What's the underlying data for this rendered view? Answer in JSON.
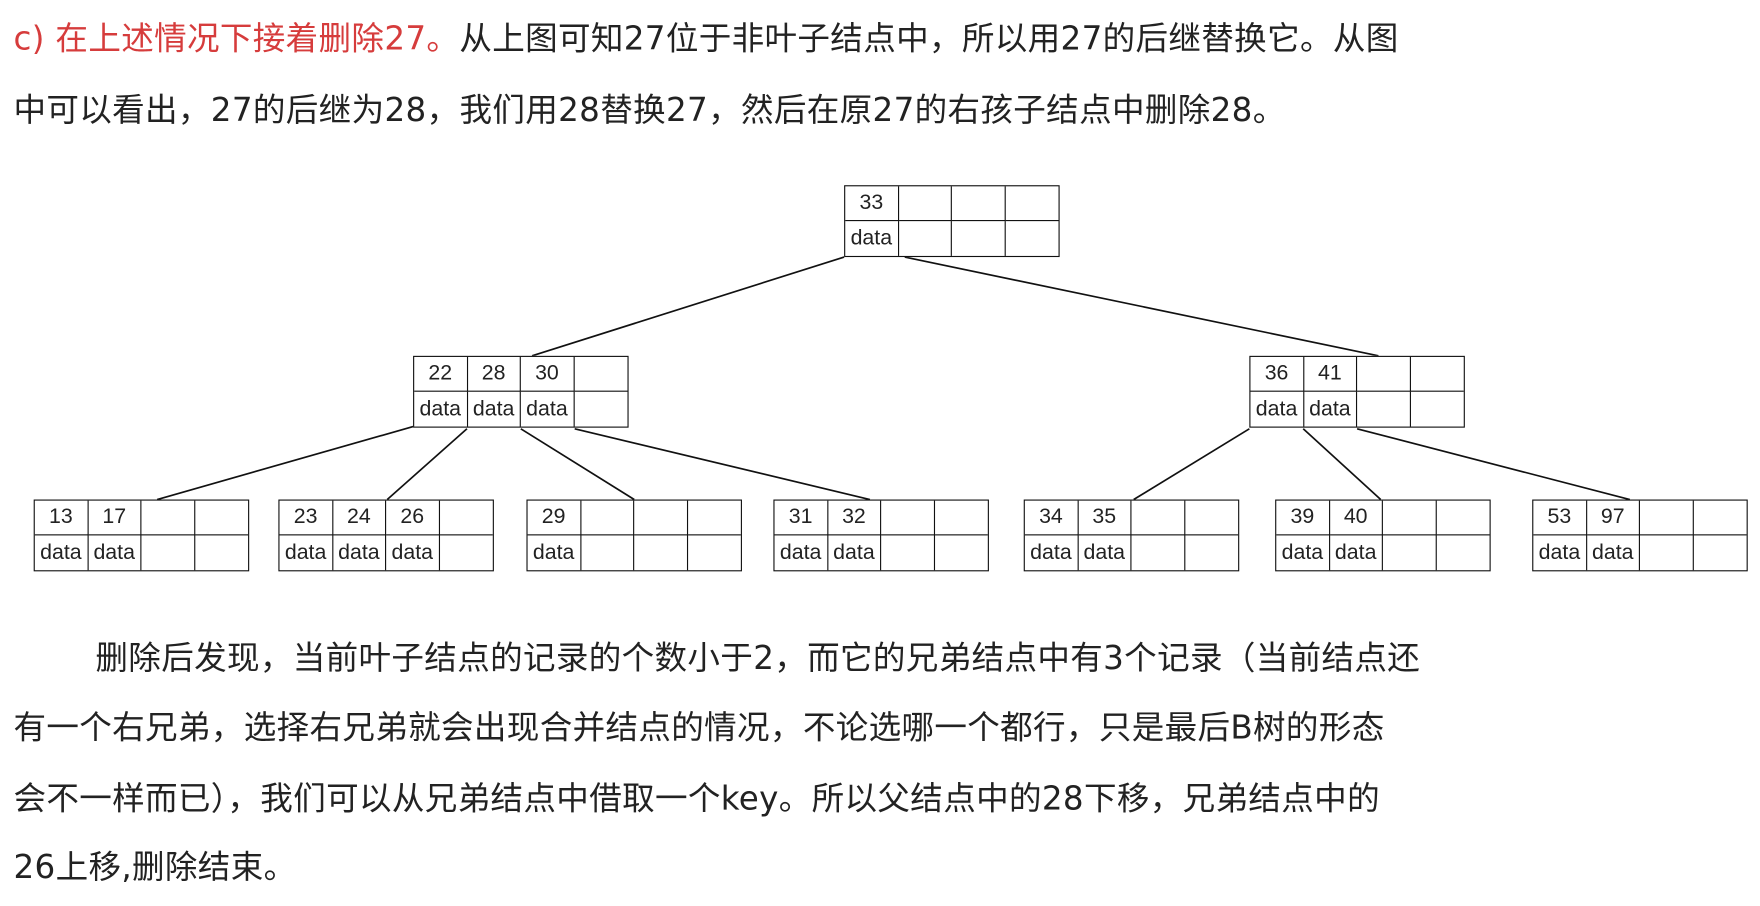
{
  "intro": {
    "highlight": "c) 在上述情况下接着删除27。",
    "line1_rest": "从上图可知27位于非叶子结点中，所以用27的后继替换它。从图",
    "line2": "中可以看出，27的后继为28，我们用28替换27，然后在原27的右孩子结点中删除28。"
  },
  "tree": {
    "data_label": "data",
    "root": {
      "keys": [
        "33"
      ]
    },
    "internal": [
      {
        "keys": [
          "22",
          "28",
          "30"
        ]
      },
      {
        "keys": [
          "36",
          "41"
        ]
      }
    ],
    "leaves": [
      {
        "keys": [
          "13",
          "17"
        ]
      },
      {
        "keys": [
          "23",
          "24",
          "26"
        ]
      },
      {
        "keys": [
          "29"
        ]
      },
      {
        "keys": [
          "31",
          "32"
        ]
      },
      {
        "keys": [
          "34",
          "35"
        ]
      },
      {
        "keys": [
          "39",
          "40"
        ]
      },
      {
        "keys": [
          "53",
          "97"
        ]
      }
    ]
  },
  "explanation": {
    "lines": [
      "删除后发现，当前叶子结点的记录的个数小于2，而它的兄弟结点中有3个记录（当前结点还",
      "有一个右兄弟，选择右兄弟就会出现合并结点的情况，不论选哪一个都行，只是最后B树的形态",
      "会不一样而已），我们可以从兄弟结点中借取一个key。所以父结点中的28下移，兄弟结点中的",
      "26上移,删除结束。"
    ]
  },
  "colors": {
    "highlight": "#d63c3c",
    "text": "#222222"
  }
}
